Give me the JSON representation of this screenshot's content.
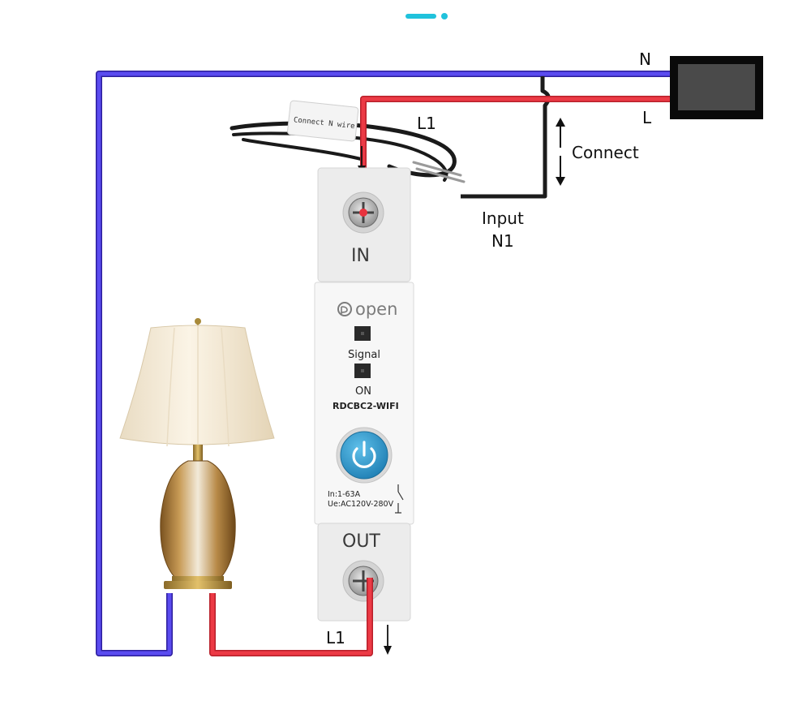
{
  "colors": {
    "neutral_wire": "#5545e6",
    "live_wire": "#e8333e",
    "input_wire": "#1c1c1c",
    "accent": "#20c2dc",
    "button": "#2a95c9"
  },
  "indicator": {
    "label": ""
  },
  "source_box": {
    "n_label": "N",
    "l_label": "L"
  },
  "labels": {
    "l1_top": "L1",
    "connect": "Connect",
    "input_line1": "Input",
    "input_line2": "N1",
    "l1_bottom": "L1"
  },
  "wire_tag": {
    "text": "Connect N wire"
  },
  "device": {
    "in_label": "IN",
    "out_label": "OUT",
    "brand": "open",
    "signal_label": "Signal",
    "on_label": "ON",
    "model": "RDCBC2-WIFI",
    "spec_current": "In:1-63A",
    "spec_voltage": "Ue:AC120V-280V"
  },
  "icons": {
    "power": "power-icon",
    "lamp": "table-lamp-icon",
    "brand_logo": "open-logo-icon",
    "screw": "screw-terminal-icon"
  }
}
